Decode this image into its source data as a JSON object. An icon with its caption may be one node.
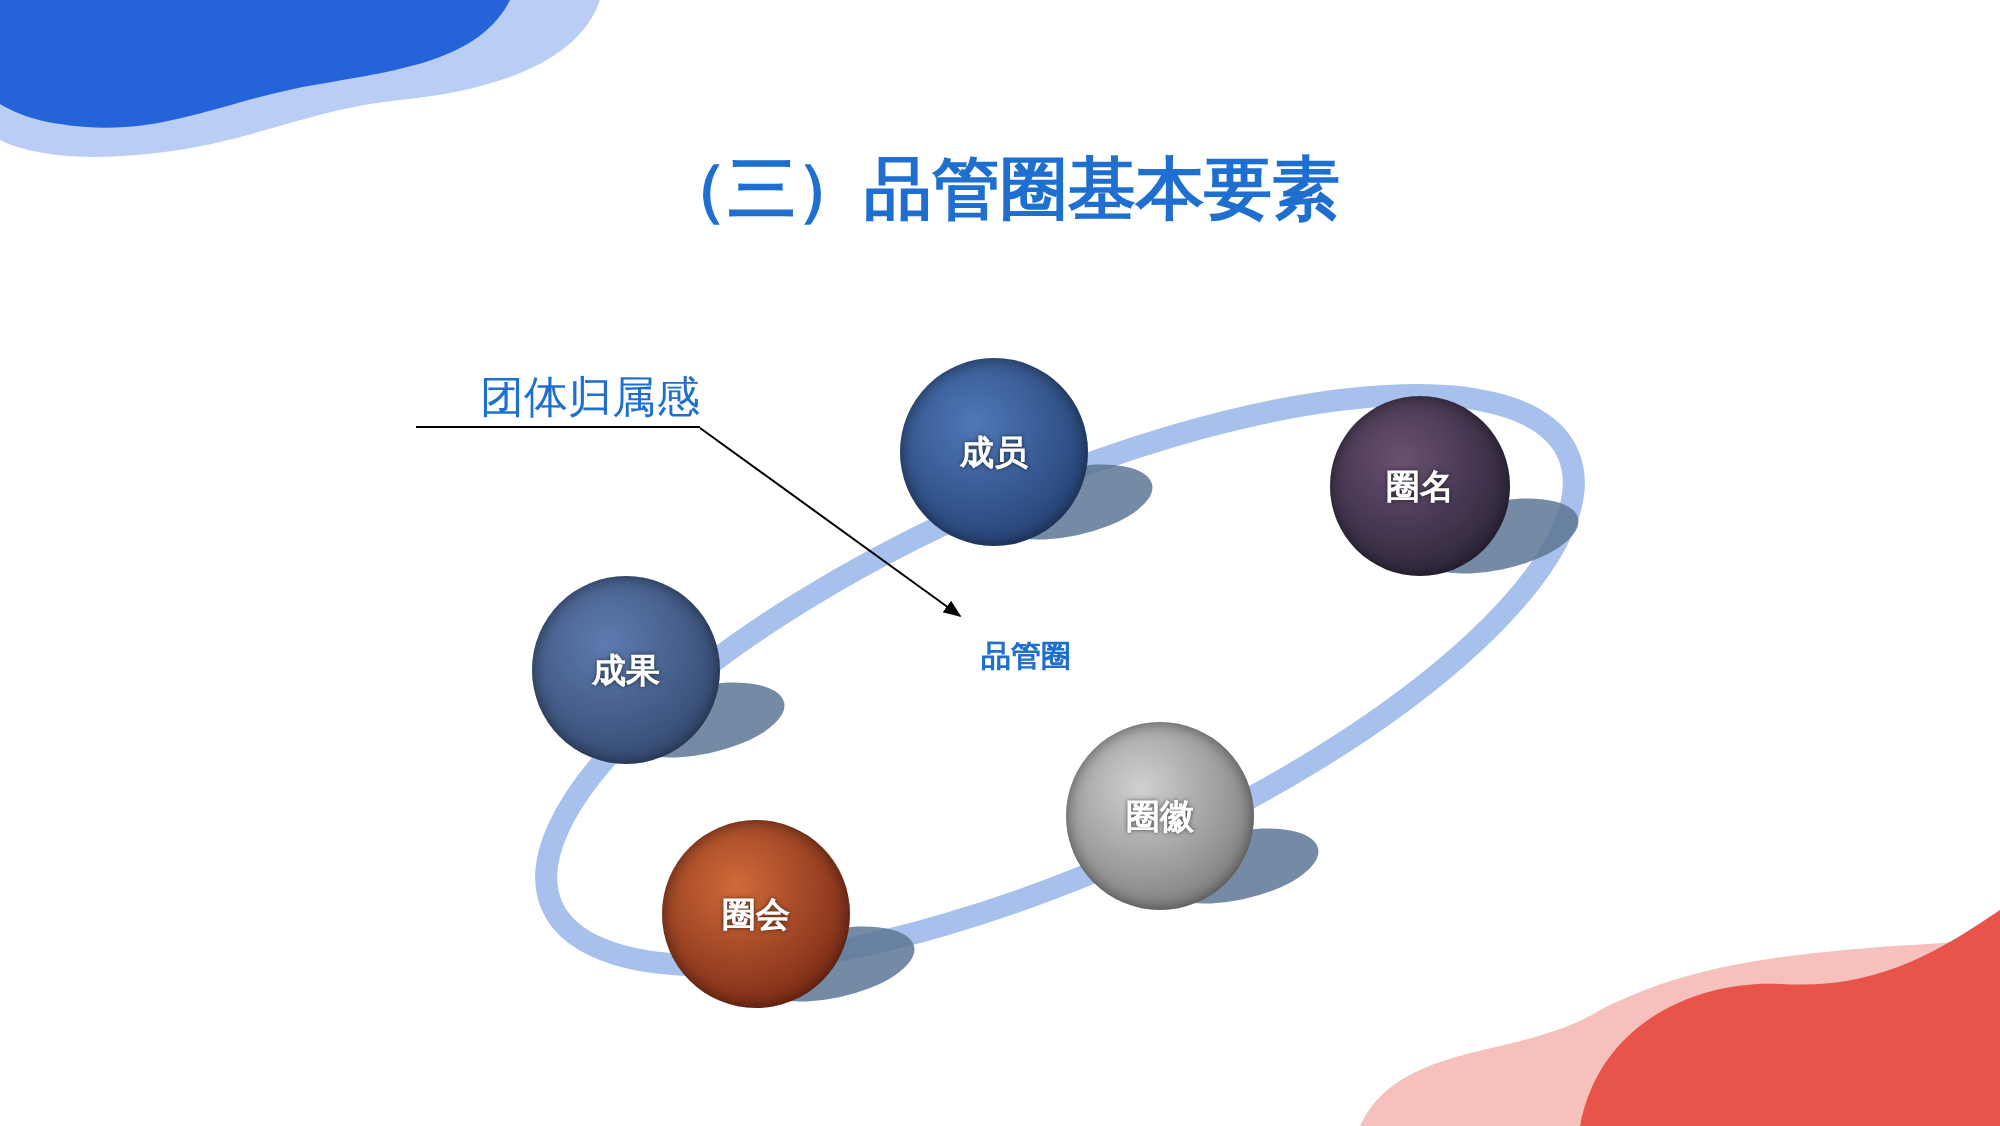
{
  "diagram": {
    "title": "（三）品管圈基本要素",
    "nodes": [
      {
        "text": [
          "团体归属感"
        ]
      },
      {
        "text": [
          "品管圈"
        ]
      },
      {
        "text": [
          "成员"
        ]
      },
      {
        "text": [
          "圈名"
        ]
      },
      {
        "text": [
          "成果"
        ]
      },
      {
        "text": [
          "圈徽"
        ]
      },
      {
        "text": [
          "圈会"
        ]
      }
    ],
    "edges": [
      {
        "from": 0,
        "to": 1,
        "arrow": "to"
      }
    ]
  }
}
